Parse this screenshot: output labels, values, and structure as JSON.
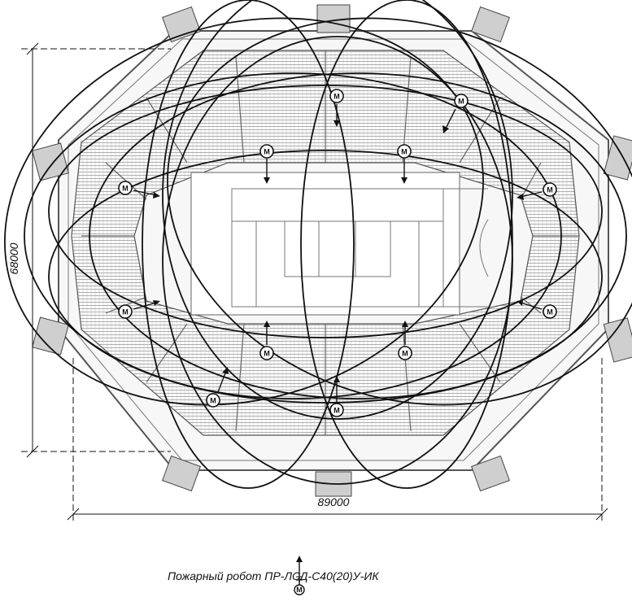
{
  "dimensions": {
    "height": "68000",
    "width": "89000"
  },
  "robot_symbol_letter": "M",
  "legend": {
    "text": "Пожарный робот ПР-ЛСД-С40(20)У-ИК"
  },
  "colors": {
    "lines": "#111111",
    "seating": "#9a9a9a",
    "structure": "#555555",
    "background": "#ffffff"
  }
}
